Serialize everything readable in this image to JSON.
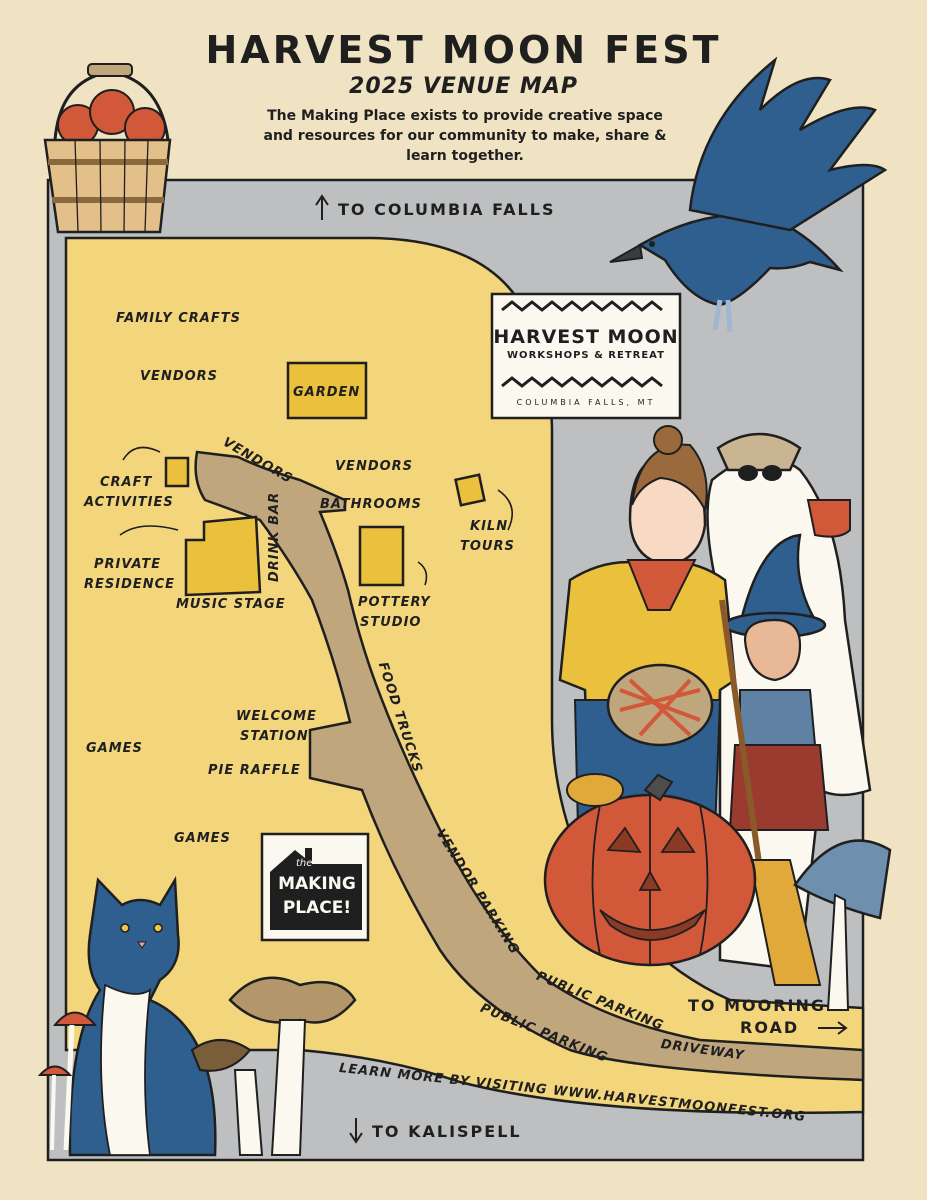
{
  "header": {
    "title": "HARVEST MOON FEST",
    "subtitle": "2025 VENUE MAP",
    "mission": "The Making Place exists to provide creative space and resources for our community to make, share & learn together."
  },
  "directions": {
    "north": "TO COLUMBIA FALLS",
    "east_line1": "TO MOORING",
    "east_line2": "ROAD",
    "south": "TO KALISPELL",
    "learn_more": "LEARN MORE BY VISITING WWW.HARVESTMOONFEST.ORG"
  },
  "map_labels": {
    "family_crafts": "FAMILY CRAFTS",
    "vendors_1": "VENDORS",
    "vendors_2": "VENDORS",
    "vendors_3": "VENDORS",
    "garden": "GARDEN",
    "craft_activities_1": "CRAFT",
    "craft_activities_2": "ACTIVITIES",
    "private_residence_1": "PRIVATE",
    "private_residence_2": "RESIDENCE",
    "music_stage": "MUSIC STAGE",
    "drink_bar": "DRINK BAR",
    "bathrooms": "BATHROOMS",
    "kiln_tours_1": "KILN",
    "kiln_tours_2": "TOURS",
    "pottery_studio_1": "POTTERY",
    "pottery_studio_2": "STUDIO",
    "food_trucks": "FOOD TRUCKS",
    "welcome_station_1": "WELCOME",
    "welcome_station_2": "STATION",
    "pie_raffle": "PIE RAFFLE",
    "games_1": "GAMES",
    "games_2": "GAMES",
    "vendor_parking": "VENDOR PARKING",
    "public_parking_1": "PUBLIC PARKING",
    "public_parking_2": "PUBLIC PARKING",
    "driveway": "DRIVEWAY"
  },
  "logos": {
    "harvest_moon_1": "HARVEST MOON",
    "harvest_moon_2": "WORKSHOPS & RETREAT",
    "harvest_moon_3": "COLUMBIA FALLS, MT",
    "making_place_1": "the",
    "making_place_2": "MAKING",
    "making_place_3": "PLACE!"
  },
  "colors": {
    "background": "#efe3c3",
    "map_yellow": "#f3d57c",
    "road_gray": "#bdbfc0",
    "path_tan": "#bfa67d",
    "building_gold": "#eac03c",
    "accent_blue": "#2f5f8e",
    "accent_orange": "#d2583a"
  }
}
